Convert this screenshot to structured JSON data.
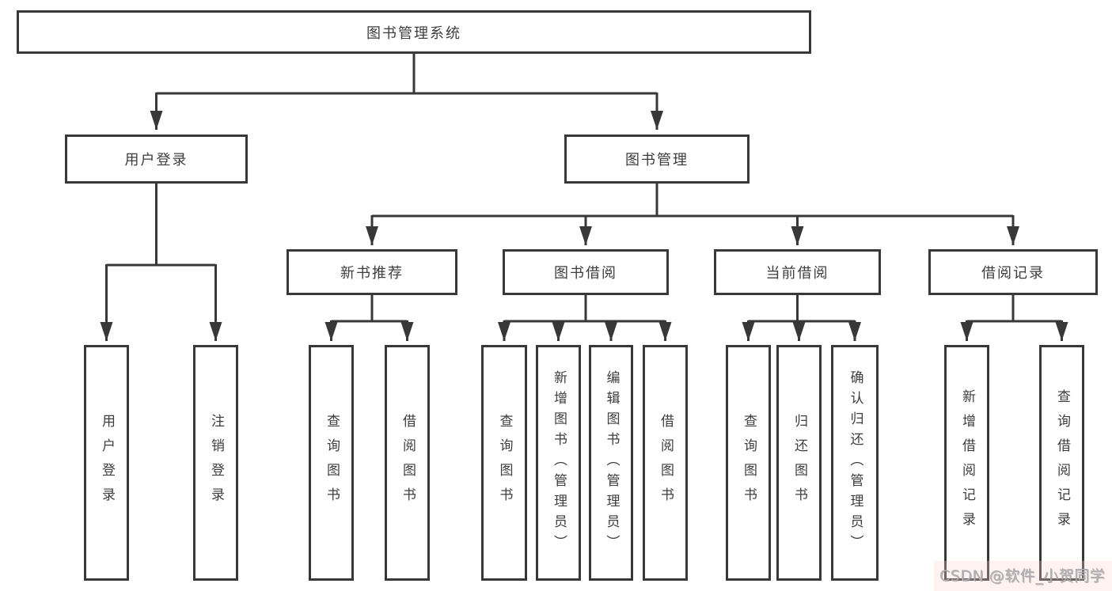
{
  "tree": {
    "root": "图书管理系统",
    "children": [
      {
        "label": "用户登录",
        "leaves": [
          "用户登录",
          "注销登录"
        ]
      },
      {
        "label": "图书管理",
        "children": [
          {
            "label": "新书推荐",
            "leaves": [
              "查询图书",
              "借阅图书"
            ]
          },
          {
            "label": "图书借阅",
            "leaves": [
              "查询图书",
              "新增图书（管理员）",
              "编辑图书（管理员）",
              "借阅图书"
            ]
          },
          {
            "label": "当前借阅",
            "leaves": [
              "查询图书",
              "归还图书",
              "确认归还（管理员）"
            ]
          },
          {
            "label": "借阅记录",
            "leaves": [
              "新增借阅记录",
              "查询借阅记录"
            ]
          }
        ]
      }
    ]
  },
  "watermark": {
    "text": "CSDN @软件_小贺同学"
  },
  "colors": {
    "line": "#383838",
    "text": "#3d3d3d",
    "background": "#ffffff",
    "watermark": "#aeaeb2"
  }
}
